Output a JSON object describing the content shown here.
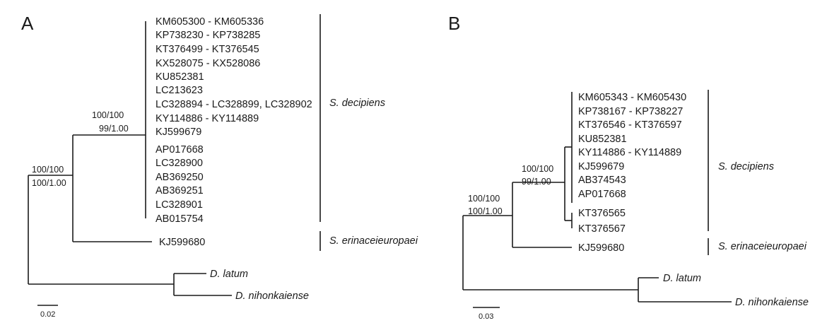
{
  "panels": [
    {
      "label": "A",
      "ingroup_accessions": [
        "KM605300 - KM605336",
        "KP738230 - KP738285",
        "KT376499 - KT376545",
        "KX528075 - KX528086",
        "KU852381",
        "LC213623",
        "LC328894 - LC328899, LC328902",
        "KY114886 - KY114889",
        "KJ599679",
        "AP017668",
        "LC328900",
        "AB369250",
        "AB369251",
        "LC328901",
        "AB015754"
      ],
      "inner_support": {
        "line1": "100/100",
        "line2": "99/1.00"
      },
      "root_support": {
        "line1": "100/100",
        "line2": "100/1.00"
      },
      "sister_accession": "KJ599680",
      "clade_main": "S. decipiens",
      "clade_sister": "S. erinaceieuropaei",
      "outgroup_1": "D. latum",
      "outgroup_2": "D. nihonkaiense",
      "scale_label": "0.02"
    },
    {
      "label": "B",
      "ingroup_accessions": [
        "KM605343 - KM605430",
        "KP738167 - KP738227",
        "KT376546 - KT376597",
        "KU852381",
        "KY114886 - KY114889",
        "KJ599679",
        "AB374543",
        "AP017668",
        "KT376565",
        "KT376567"
      ],
      "inner_support": {
        "line1": "100/100",
        "line2": "99/1.00"
      },
      "root_support": {
        "line1": "100/100",
        "line2": "100/1.00"
      },
      "sister_accession": "KJ599680",
      "clade_main": "S. decipiens",
      "clade_sister": "S. erinaceieuropaei",
      "outgroup_1": "D. latum",
      "outgroup_2": "D. nihonkaiense",
      "scale_label": "0.03"
    }
  ]
}
